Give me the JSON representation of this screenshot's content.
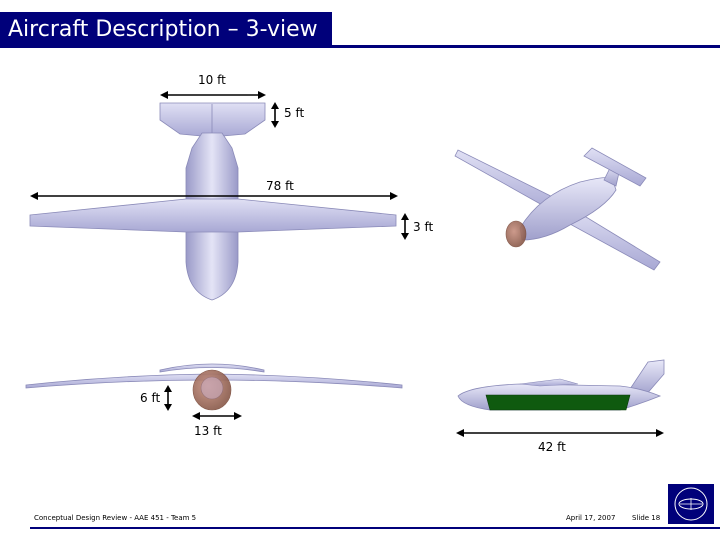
{
  "slide": {
    "title": "Aircraft Description – 3-view"
  },
  "dimensions": {
    "tail_span": "10 ft",
    "tail_chord": "5 ft",
    "wingspan": "78 ft",
    "wing_chord": "3 ft",
    "height": "6 ft",
    "prop_diameter": "13 ft",
    "length": "42 ft"
  },
  "footer": {
    "left_text": "Conceptual Design Review - AAE 451 - Team 5",
    "date": "April 17, 2007",
    "slide_number": "Slide 18"
  },
  "colors": {
    "title_bar": "#00007a",
    "airframe": "#c8c8e8",
    "airframe_shade": "#9a9ac8",
    "propeller": "#a07060",
    "cargo": "#0f5a0f"
  }
}
